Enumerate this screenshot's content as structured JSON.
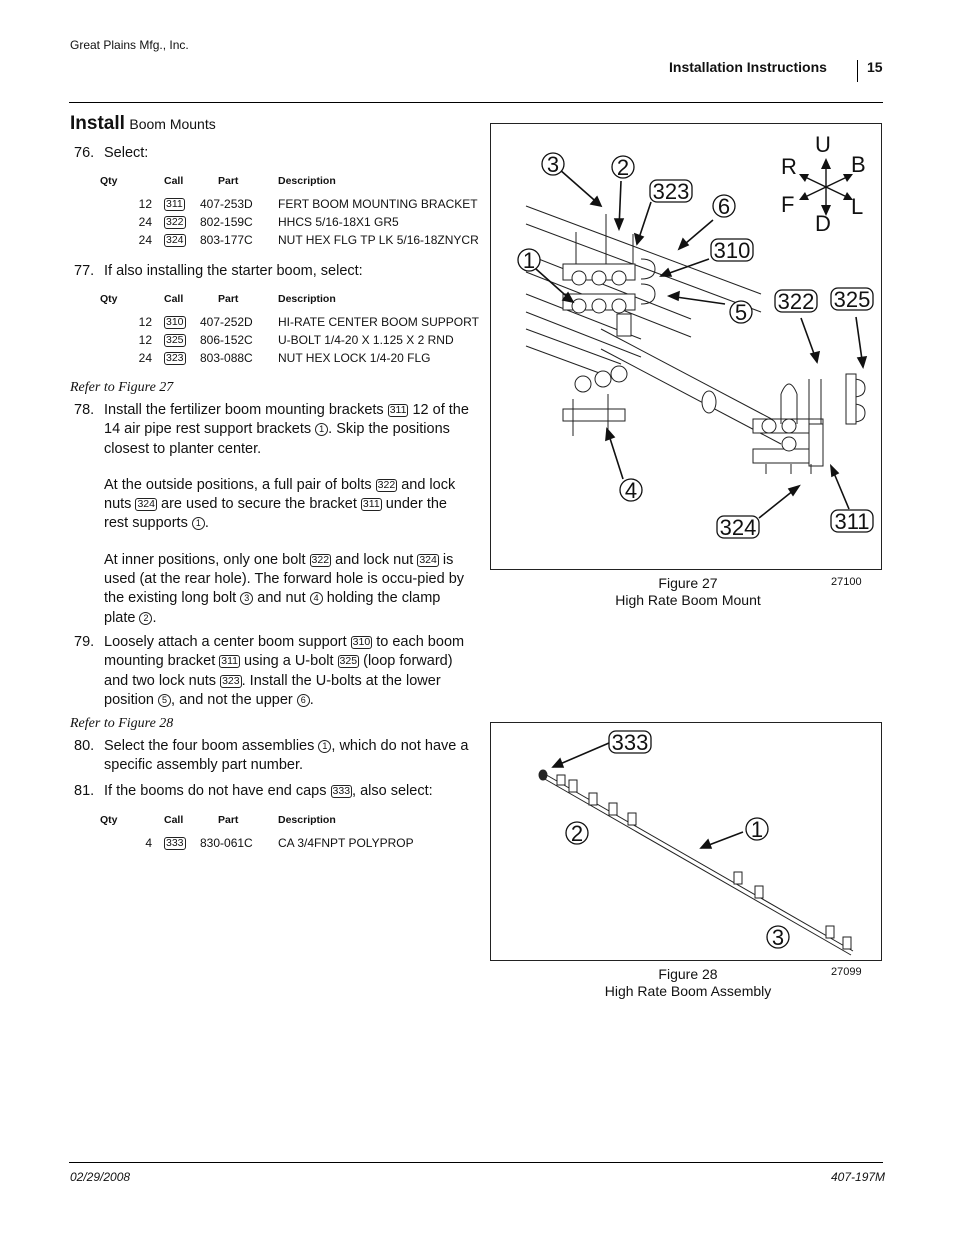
{
  "header": {
    "company": "Great Plains Mfg., Inc.",
    "section": "Installation Instructions",
    "page": "15"
  },
  "section": {
    "title_big": "Install",
    "title_small": "Boom Mounts"
  },
  "table_headers": {
    "qty": "Qty",
    "call": "Call",
    "part": "Part",
    "desc": "Description"
  },
  "steps": {
    "s76": {
      "num": "76.",
      "text": "Select:"
    },
    "s77": {
      "num": "77.",
      "text": "If also installing the starter boom, select:"
    },
    "ref27": "Refer to Figure 27",
    "s78": {
      "num": "78.",
      "p1a": "Install the fertilizer boom mounting brackets",
      "p1b": "12 of the 14 air pipe rest support brackets",
      "p1c": ". Skip the positions closest to planter center.",
      "p2a": "At the outside positions, a full pair of bolts",
      "p2b": "and lock nuts",
      "p2c": "are used to secure the bracket",
      "p2d": "under the rest supports",
      "p3a": "At inner positions, only one bolt",
      "p3b": "and lock nut",
      "p3c": "is used (at the rear hole). The forward hole is occu-pied by the existing long bolt",
      "p3d": "and nut",
      "p3e": "holding the clamp plate"
    },
    "s79": {
      "num": "79.",
      "a": "Loosely attach a center boom support",
      "b": "to each boom mounting bracket",
      "c": "using a U-bolt",
      "d": "(loop forward) and two lock nuts",
      "e": ". Install the U-bolts at the lower position",
      "f": ", and not the upper"
    },
    "ref28": "Refer to Figure 28",
    "s80": {
      "num": "80.",
      "a": "Select the four boom assemblies",
      "b": ", which do not have a specific assembly part number."
    },
    "s81": {
      "num": "81.",
      "a": "If the booms do not have end caps",
      "b": ", also select:"
    }
  },
  "callouts": {
    "c311": "311",
    "c322": "322",
    "c324": "324",
    "c310": "310",
    "c325": "325",
    "c323": "323",
    "c333": "333",
    "n1": "1",
    "n2": "2",
    "n3": "3",
    "n4": "4",
    "n5": "5",
    "n6": "6"
  },
  "tables": {
    "t76": [
      {
        "qty": "12",
        "call": "311",
        "part": "407-253D",
        "desc": "FERT BOOM MOUNTING BRACKET"
      },
      {
        "qty": "24",
        "call": "322",
        "part": "802-159C",
        "desc": "HHCS 5/16-18X1 GR5"
      },
      {
        "qty": "24",
        "call": "324",
        "part": "803-177C",
        "desc": "NUT HEX FLG TP LK 5/16-18ZNYCR"
      }
    ],
    "t77": [
      {
        "qty": "12",
        "call": "310",
        "part": "407-252D",
        "desc": "HI-RATE CENTER BOOM SUPPORT"
      },
      {
        "qty": "12",
        "call": "325",
        "part": "806-152C",
        "desc": "U-BOLT 1/4-20 X 1.125 X 2 RND"
      },
      {
        "qty": "24",
        "call": "323",
        "part": "803-088C",
        "desc": "NUT HEX LOCK 1/4-20 FLG"
      }
    ],
    "t81": [
      {
        "qty": "4",
        "call": "333",
        "part": "830-061C",
        "desc": "CA 3/4FNPT POLYPROP"
      }
    ]
  },
  "figure27": {
    "caption_line1": "Figure 27",
    "caption_line2": "High Rate Boom Mount",
    "number": "27100",
    "compass": {
      "u": "U",
      "d": "D",
      "r": "R",
      "b": "B",
      "f": "F",
      "l": "L"
    }
  },
  "figure28": {
    "caption_line1": "Figure 28",
    "caption_line2": "High Rate Boom Assembly",
    "number": "27099"
  },
  "footer": {
    "date": "02/29/2008",
    "doc": "407-197M"
  }
}
